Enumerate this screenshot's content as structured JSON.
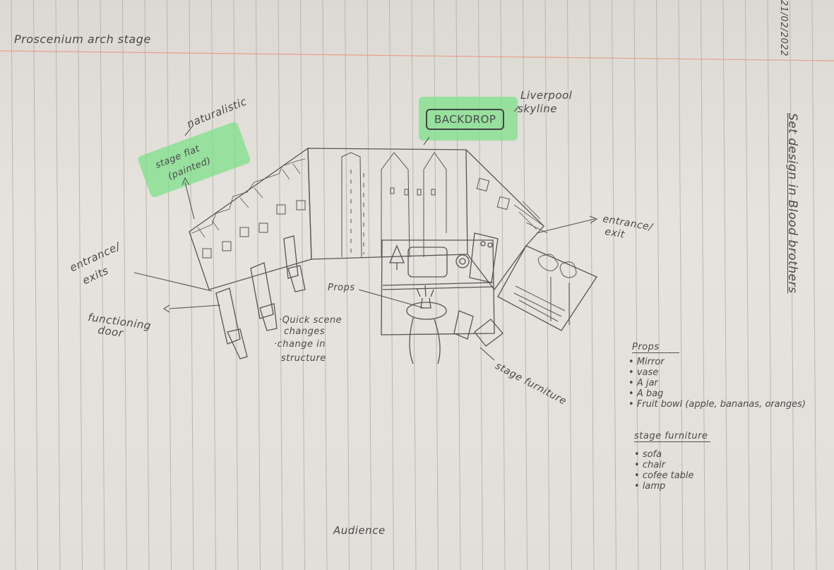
{
  "title": "Proscenium arch stage",
  "date": "21/02/2022",
  "side_title": "Set design in Blood brothers",
  "labels": {
    "naturalistic": "naturalistic",
    "stage_flat": "stage flat",
    "painted": "(painted)",
    "backdrop": "BACKDROP",
    "liverpool": "Liverpool",
    "skyline": "skyline",
    "entrance_left_1": "entrance/",
    "entrance_left_2": "exits",
    "entrance_right_1": "entrance/",
    "entrance_right_2": "exit",
    "functioning_1": "functioning",
    "functioning_2": "door",
    "props_arrow": "Props",
    "quick_1": "·Quick scene",
    "quick_2": "changes",
    "quick_3": "·change in",
    "quick_4": "structure",
    "stage_furniture": "stage furniture",
    "audience": "Audience"
  },
  "props": {
    "heading": "Props",
    "items": [
      "Mirror",
      "vase",
      "A jar",
      "A bag",
      "Fruit bowl (apple, bananas, oranges)"
    ]
  },
  "furniture": {
    "heading": "stage furniture",
    "items": [
      "sofa",
      "chair",
      "cofee table",
      "lamp"
    ]
  },
  "colors": {
    "highlight": "#7ee08a",
    "pencil": "#555555",
    "margin_line": "#e8a08a",
    "ruled_line": "#b9b6b0"
  }
}
